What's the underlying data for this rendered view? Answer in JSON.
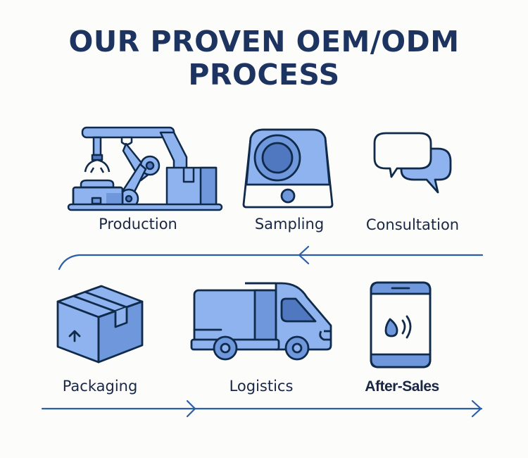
{
  "title": {
    "line1": "OUR PROVEN OEM/ODM",
    "line2": "PROCESS"
  },
  "colors": {
    "title": "#1d3461",
    "outline": "#0f2a4a",
    "fill_light": "#8fb3ee",
    "fill_mid": "#6f98dc",
    "fill_dark": "#4f78c0",
    "arrow": "#2c5ea8",
    "background": "#fcfcfa"
  },
  "steps": [
    {
      "id": "production",
      "label": "Production",
      "icon": "robotic-arm-icon",
      "row": 1
    },
    {
      "id": "sampling",
      "label": "Sampling",
      "icon": "sample-device-icon",
      "row": 1
    },
    {
      "id": "consultation",
      "label": "Consultation",
      "icon": "chat-bubbles-icon",
      "row": 1
    },
    {
      "id": "packaging",
      "label": "Packaging",
      "icon": "package-box-icon",
      "row": 2
    },
    {
      "id": "logistics",
      "label": "Logistics",
      "icon": "delivery-truck-icon",
      "row": 2
    },
    {
      "id": "after-sales",
      "label": "After-Sales",
      "icon": "smartphone-signal-icon",
      "row": 2
    }
  ],
  "flow": {
    "row1_direction": "right-to-left",
    "row2_direction": "left-to-right"
  }
}
